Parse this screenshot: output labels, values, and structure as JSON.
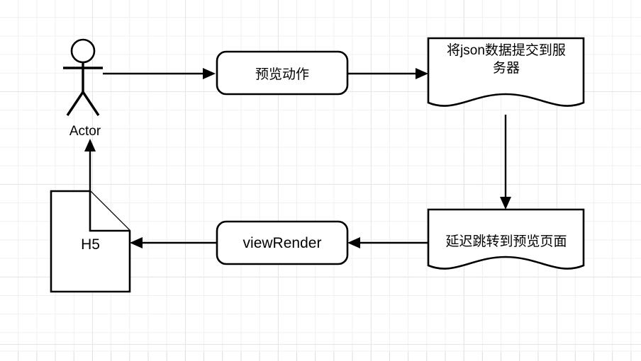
{
  "diagram": {
    "title": "H5 preview flow",
    "background": {
      "grid_minor_color": "#f0f0f0",
      "grid_major_color": "#e6e6e6",
      "canvas_color": "#ffffff"
    },
    "stroke_color": "#000000",
    "fill_color": "#ffffff",
    "nodes": [
      {
        "id": "actor",
        "label": "Actor",
        "shape": "actor-stick-figure"
      },
      {
        "id": "preview-action",
        "label": "预览动作",
        "shape": "rounded-rectangle"
      },
      {
        "id": "submit-json",
        "label": "将json数据提交到服\n务器",
        "shape": "document-wavy"
      },
      {
        "id": "delay-jump",
        "label": "延迟跳转到预览页面",
        "shape": "document-wavy"
      },
      {
        "id": "view-render",
        "label": "viewRender",
        "shape": "rounded-rectangle"
      },
      {
        "id": "h5-page",
        "label": "H5",
        "shape": "note-folded-corner"
      }
    ],
    "edges": [
      {
        "from": "actor",
        "to": "preview-action",
        "direction": "right"
      },
      {
        "from": "preview-action",
        "to": "submit-json",
        "direction": "right"
      },
      {
        "from": "submit-json",
        "to": "delay-jump",
        "direction": "down"
      },
      {
        "from": "delay-jump",
        "to": "view-render",
        "direction": "left"
      },
      {
        "from": "view-render",
        "to": "h5-page",
        "direction": "left"
      },
      {
        "from": "h5-page",
        "to": "actor",
        "direction": "up"
      }
    ]
  }
}
